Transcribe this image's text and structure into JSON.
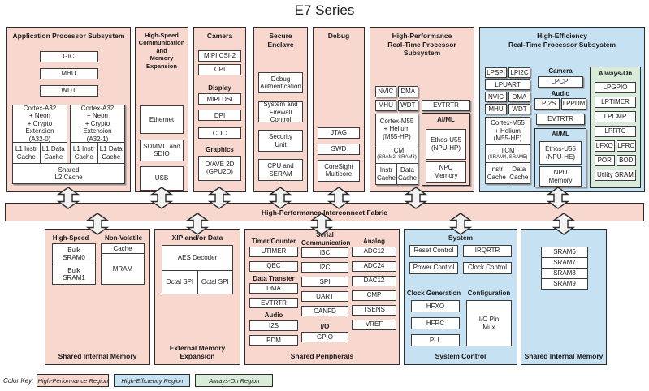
{
  "title": "E7 Series",
  "fabric_label": "High-Performance Interconnect Fabric",
  "colors": {
    "high_performance_region": "#f8d7cf",
    "high_efficiency_region": "#c6e2f2",
    "always_on_region": "#d9ecd9"
  },
  "app": {
    "header": "Application Processor Subsystem",
    "gic": "GIC",
    "mhu": "MHU",
    "wdt": "WDT",
    "core0": [
      "Cortex-A32",
      "+ Neon",
      "+ Crypto Extension",
      "(A32-0)"
    ],
    "core1": [
      "Cortex-A32",
      "+ Neon",
      "+ Crypto Extension",
      "(A32-1)"
    ],
    "l1i": [
      "L1 Instr",
      "Cache"
    ],
    "l1d": [
      "L1 Data",
      "Cache"
    ],
    "l2": [
      "Shared",
      "L2 Cache"
    ]
  },
  "hscomm": {
    "header": [
      "High-Speed",
      "Communication and",
      "Memory Expansion"
    ],
    "ethernet": "Ethernet",
    "sdmmc": [
      "SDMMC and",
      "SDIO"
    ],
    "usb": "USB"
  },
  "camera": {
    "header": "Camera",
    "mipi_csi2": "MIPI CSI-2",
    "cpi": "CPI",
    "display_label": "Display",
    "mipi_dsi": "MIPI DSI",
    "dpi": "DPI",
    "cdc": "CDC",
    "graphics_label": "Graphics",
    "gpu": [
      "D/AVE 2D",
      "(GPU2D)"
    ]
  },
  "secure": {
    "header": [
      "Secure",
      "Enclave"
    ],
    "debug_auth": [
      "Debug",
      "Authentication"
    ],
    "firewall": [
      "System and",
      "Firewall Control"
    ],
    "security_unit": [
      "Security",
      "Unit"
    ],
    "cpu_seram": [
      "CPU and",
      "SERAM"
    ]
  },
  "debug": {
    "header": "Debug",
    "jtag": "JTAG",
    "swd": "SWD",
    "coresight": [
      "CoreSight",
      "Multicore"
    ]
  },
  "hprt": {
    "header": [
      "High-Performance",
      "Real-Time Processor Subsystem"
    ],
    "nvic": "NVIC",
    "dma": "DMA",
    "mhu": "MHU",
    "wdt": "WDT",
    "core": [
      "Cortex-M55",
      "+ Helium",
      "(M55-HP)"
    ],
    "tcm": "TCM",
    "tcm_sub": "(SRAM2, SRAM3)",
    "icache": [
      "Instr",
      "Cache"
    ],
    "dcache": [
      "Data",
      "Cache"
    ],
    "evtrtr": "EVTRTR",
    "aiml_label": "AI/ML",
    "npu": [
      "Ethos-U55",
      "(NPU-HP)"
    ],
    "npu_mem": [
      "NPU",
      "Memory"
    ]
  },
  "hert": {
    "header": [
      "High-Efficiency",
      "Real-Time Processor Subsystem"
    ],
    "lpspi": "LPSPI",
    "lpi2c": "LPI2C",
    "lpuart": "LPUART",
    "nvic": "NVIC",
    "dma": "DMA",
    "mhu": "MHU",
    "wdt": "WDT",
    "core": [
      "Cortex-M55",
      "+ Helium",
      "(M55-HE)"
    ],
    "tcm": "TCM",
    "tcm_sub": "(SRAM4, SRAM5)",
    "icache": [
      "Instr",
      "Cache"
    ],
    "dcache": [
      "Data",
      "Cache"
    ],
    "camera_label": "Camera",
    "lpcpi": "LPCPI",
    "audio_label": "Audio",
    "lpi2s": "LPI2S",
    "lppdm": "LPPDM",
    "evtrtr": "EVTRTR",
    "aiml_label": "AI/ML",
    "npu": [
      "Ethos-U55",
      "(NPU-HE)"
    ],
    "npu_mem": [
      "NPU",
      "Memory"
    ],
    "aon": {
      "header": "Always-On",
      "lpgpio": "LPGPIO",
      "lptimer": "LPTIMER",
      "lpcmp": "LPCMP",
      "lprtc": "LPRTC",
      "lfxo": "LFXO",
      "lfrc": "LFRC",
      "por": "POR",
      "bod": "BOD",
      "utility_sram": "Utility SRAM"
    }
  },
  "memleft": {
    "hs_label": "High-Speed",
    "nv_label": "Non-Volatile",
    "sram0": [
      "Bulk",
      "SRAM0"
    ],
    "sram1": [
      "Bulk",
      "SRAM1"
    ],
    "cache": "Cache",
    "mram": "MRAM",
    "footer": "Shared Internal Memory"
  },
  "extmem": {
    "header": "XIP and/or Data",
    "aes": "AES Decoder",
    "ospi0": "Octal SPI",
    "ospi1": "Octal SPI",
    "footer": [
      "External Memory",
      "Expansion"
    ]
  },
  "periph": {
    "timer_label": "Timer/Counter",
    "utimer": "UTIMER",
    "qec": "QEC",
    "dt_label": "Data Transfer",
    "dma": "DMA",
    "evtrtr": "EVTRTR",
    "audio_label": "Audio",
    "i2s": "I2S",
    "pdm": "PDM",
    "serial_label": [
      "Serial",
      "Communication"
    ],
    "i3c": "I3C",
    "i2c": "I2C",
    "spi": "SPI",
    "uart": "UART",
    "canfd": "CANFD",
    "io_label": "I/O",
    "gpio": "GPIO",
    "analog_label": "Analog",
    "adc12": "ADC12",
    "adc24": "ADC24",
    "dac12": "DAC12",
    "cmp": "CMP",
    "tsens": "TSENS",
    "vref": "VREF",
    "footer": "Shared Peripherals"
  },
  "sysctl": {
    "system_label": "System",
    "reset": "Reset Control",
    "irqrtr": "IRQRTR",
    "power": "Power Control",
    "clock": "Clock Control",
    "clkgen_label": "Clock Generation",
    "hfxo": "HFXO",
    "hfrc": "HFRC",
    "pll": "PLL",
    "config_label": "Configuration",
    "iopinmux": [
      "I/O Pin",
      "Mux"
    ],
    "footer": "System Control"
  },
  "memright": {
    "srams": [
      "SRAM6",
      "SRAM7",
      "SRAM8",
      "SRAM9"
    ],
    "footer": "Shared Internal Memory"
  },
  "legend": {
    "label": "Color Key:",
    "items": [
      {
        "label": "High-Performance Region"
      },
      {
        "label": "High-Efficiency Region"
      },
      {
        "label": "Always-On Region"
      }
    ]
  }
}
